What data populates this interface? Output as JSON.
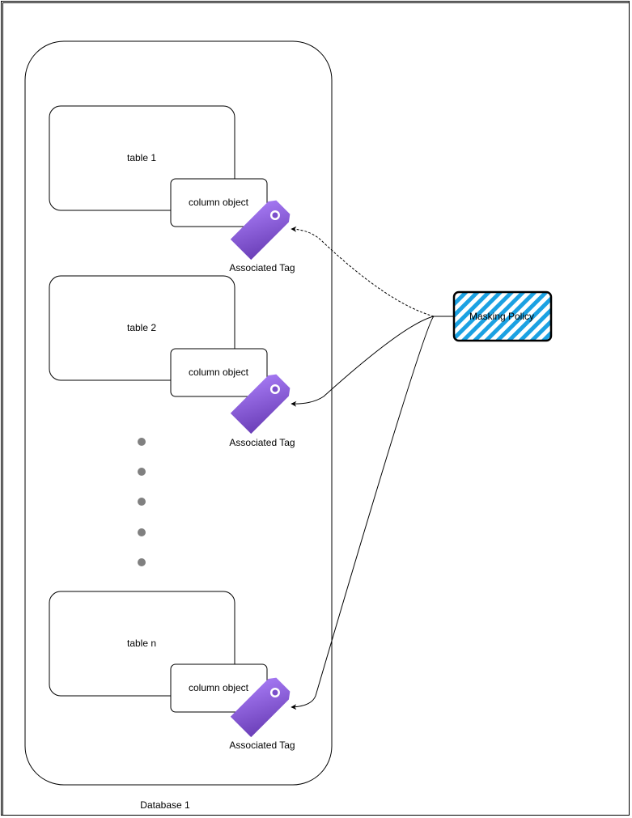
{
  "database": {
    "label": "Database 1"
  },
  "tables": [
    {
      "label": "table 1",
      "column_label": "column object",
      "tag_label": "Associated Tag"
    },
    {
      "label": "table 2",
      "column_label": "column object",
      "tag_label": "Associated Tag"
    },
    {
      "label": "table n",
      "column_label": "column object",
      "tag_label": "Associated Tag"
    }
  ],
  "ellipsis_dot_count": 5,
  "policy": {
    "label": "Masking Policy"
  },
  "colors": {
    "tag_purple_light": "#A67AF4",
    "tag_purple_dark": "#6B3FB8",
    "policy_hatch": "#1BA1E2",
    "line": "#000000",
    "dot": "#808080"
  },
  "icons": {
    "tag": "tag-icon"
  }
}
